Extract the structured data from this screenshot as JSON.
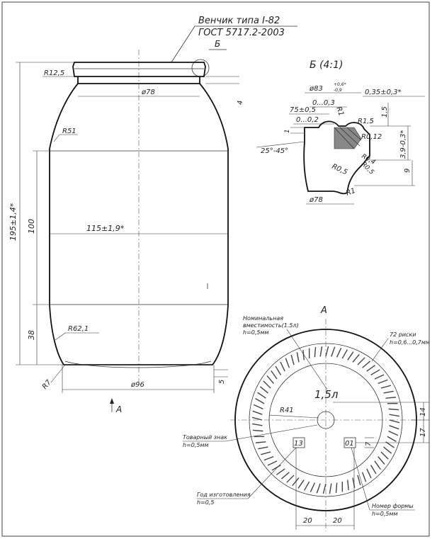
{
  "title_block": {
    "finish_type": "Венчик типа I-82",
    "standard": "ГОСТ 5717.2-2003",
    "detail_ref": "Б"
  },
  "main_view": {
    "r_top": "R12,5",
    "d_neck": "ø78",
    "h_neck": "4",
    "r_shoulder": "R51",
    "total_height": "195±1,4*",
    "body_height": "100",
    "body_diameter": "115±1,9*",
    "bottom_height": "38",
    "r_bottom": "R62,1",
    "r_base": "R7",
    "d_base": "ø96",
    "h_base": "5",
    "view_arrow": "A"
  },
  "detail_view": {
    "title": "Б (4:1)",
    "d83": "ø83",
    "tol_upper": "+0,6*",
    "tol_lower": "-0,9",
    "dim_035": "0,35±0,3*",
    "dim_0_03": "0...0,3",
    "dim_75": "75±0,5",
    "r1_top": "R1",
    "r15": "R1,5",
    "dim_15": "1,5",
    "dim_0_02": "0...0,2",
    "dim_1": "1",
    "r012": "R0,12",
    "dim_39": "3,9-0,3*",
    "angle": "25°-45°",
    "r04": "R0,4",
    "r05a": "R0,5",
    "r05b": "R0,5",
    "dim_9": "9",
    "r1_bottom": "R1",
    "d78": "ø78"
  },
  "bottom_view": {
    "title": "A",
    "capacity_label": "Номинальная",
    "capacity_label2": "вместимость(1.5л)",
    "capacity_h": "h=0,5мм",
    "capacity_text": "1,5л",
    "ticks_label": "72 риски",
    "ticks_h": "h=0,6...0,7мм",
    "r41": "R41",
    "trademark_label": "Товарный знак",
    "trademark_h": "h=0,5мм",
    "year_label": "Год изготовления",
    "year_h": "h=0,5",
    "mold_label": "Номер формы",
    "mold_h": "h=0,5мм",
    "year_value": "13",
    "mold_value": "01",
    "dim_14": "14",
    "dim_17": "17",
    "dim_7": "7",
    "dim_20a": "20",
    "dim_20b": "20"
  }
}
